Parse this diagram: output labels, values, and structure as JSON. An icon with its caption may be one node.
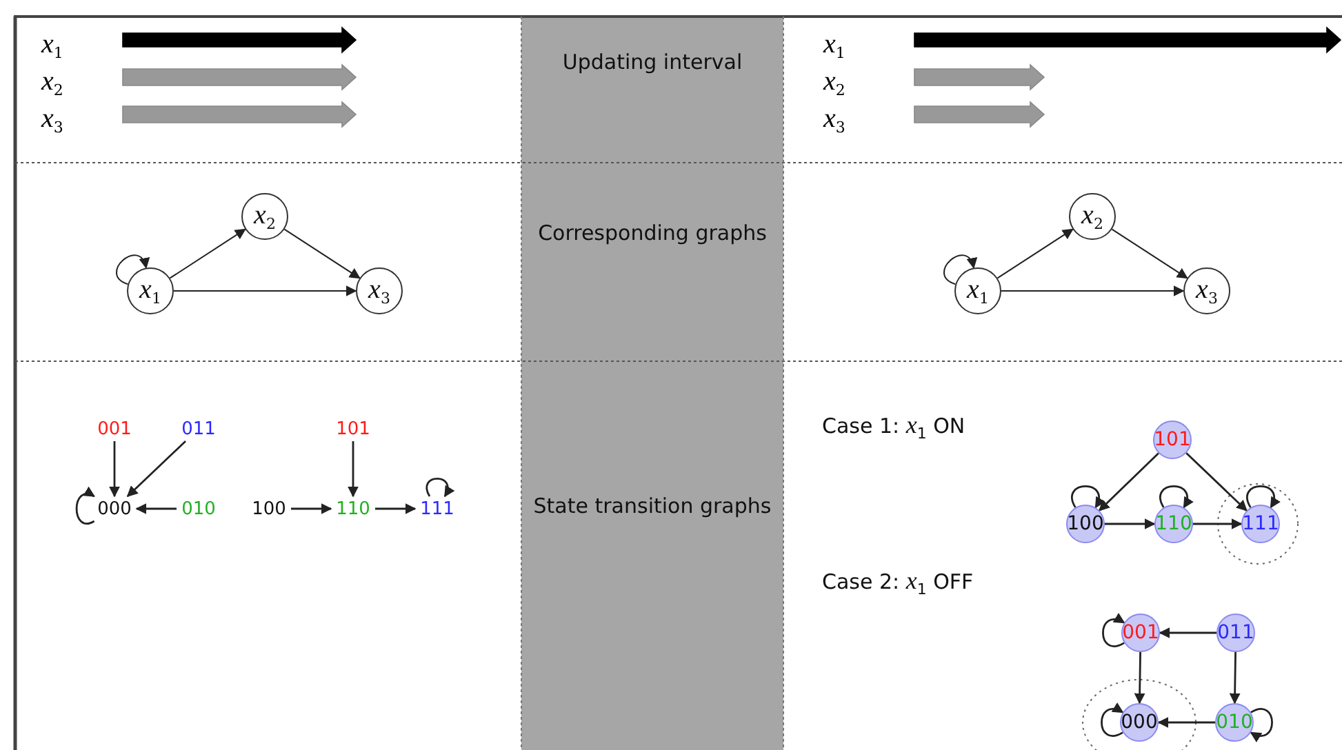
{
  "diagram": {
    "nodes": [
      {
        "text": [
          "*x*$_{1}$"
        ]
      },
      {
        "text": [
          "*x*$_{2}$"
        ]
      },
      {
        "text": [
          "*x*$_{3}$"
        ]
      },
      {
        "text": [
          "*x*$_{1}$"
        ]
      },
      {
        "text": [
          "*x*$_{2}$"
        ]
      },
      {
        "text": [
          "*x*$_{3}$"
        ]
      },
      {
        "text": [
          "001"
        ]
      },
      {
        "text": [
          "011"
        ]
      },
      {
        "text": [
          "101"
        ]
      },
      {
        "text": [
          "000"
        ]
      },
      {
        "text": [
          "010"
        ]
      },
      {
        "text": [
          "100"
        ]
      },
      {
        "text": [
          "110"
        ]
      },
      {
        "text": [
          "111"
        ]
      },
      {
        "text": [
          "101"
        ]
      },
      {
        "text": [
          "100"
        ]
      },
      {
        "text": [
          "110"
        ]
      },
      {
        "text": [
          "111"
        ]
      },
      {
        "text": [
          "001"
        ]
      },
      {
        "text": [
          "011"
        ]
      },
      {
        "text": [
          "000"
        ]
      },
      {
        "text": [
          "010"
        ]
      }
    ],
    "edges": [
      {
        "from": 0,
        "to": 0,
        "arrow": "to"
      },
      {
        "from": 0,
        "to": 1,
        "arrow": "to"
      },
      {
        "from": 1,
        "to": 2,
        "arrow": "to"
      },
      {
        "from": 0,
        "to": 2,
        "arrow": "to"
      },
      {
        "from": 3,
        "to": 3,
        "arrow": "to"
      },
      {
        "from": 3,
        "to": 4,
        "arrow": "to"
      },
      {
        "from": 4,
        "to": 5,
        "arrow": "to"
      },
      {
        "from": 3,
        "to": 5,
        "arrow": "to"
      },
      {
        "from": 9,
        "to": 9,
        "arrow": "to"
      },
      {
        "from": 6,
        "to": 9,
        "arrow": "to"
      },
      {
        "from": 7,
        "to": 9,
        "arrow": "to"
      },
      {
        "from": 10,
        "to": 9,
        "arrow": "to"
      },
      {
        "from": 11,
        "to": 12,
        "arrow": "to"
      },
      {
        "from": 8,
        "to": 12,
        "arrow": "to"
      },
      {
        "from": 12,
        "to": 13,
        "arrow": "to"
      },
      {
        "from": 13,
        "to": 13,
        "arrow": "to"
      },
      {
        "from": 14,
        "to": 15,
        "arrow": "to"
      },
      {
        "from": 14,
        "to": 17,
        "arrow": "to"
      },
      {
        "from": 15,
        "to": 15,
        "arrow": "to"
      },
      {
        "from": 15,
        "to": 16,
        "arrow": "to"
      },
      {
        "from": 16,
        "to": 16,
        "arrow": "to"
      },
      {
        "from": 16,
        "to": 17,
        "arrow": "to"
      },
      {
        "from": 17,
        "to": 17,
        "arrow": "to"
      },
      {
        "from": 18,
        "to": 18,
        "arrow": "to"
      },
      {
        "from": 19,
        "to": 18,
        "arrow": "to"
      },
      {
        "from": 18,
        "to": 20,
        "arrow": "to"
      },
      {
        "from": 19,
        "to": 21,
        "arrow": "to"
      },
      {
        "from": 21,
        "to": 21,
        "arrow": "to"
      },
      {
        "from": 21,
        "to": 20,
        "arrow": "to"
      },
      {
        "from": 20,
        "to": 20,
        "arrow": "to"
      }
    ],
    "labels": [
      "*x*$_{1}$",
      "*x*$_{2}$",
      "*x*$_{3}$",
      "Updating interval",
      "*x*$_{1}$",
      "*x*$_{2}$",
      "*x*$_{3}$",
      "Corresponding graphs",
      "Case 1: *x*$_{1}$ ON",
      "State transition graphs",
      "Case 2: *x*$_{1}$ OFF"
    ]
  }
}
